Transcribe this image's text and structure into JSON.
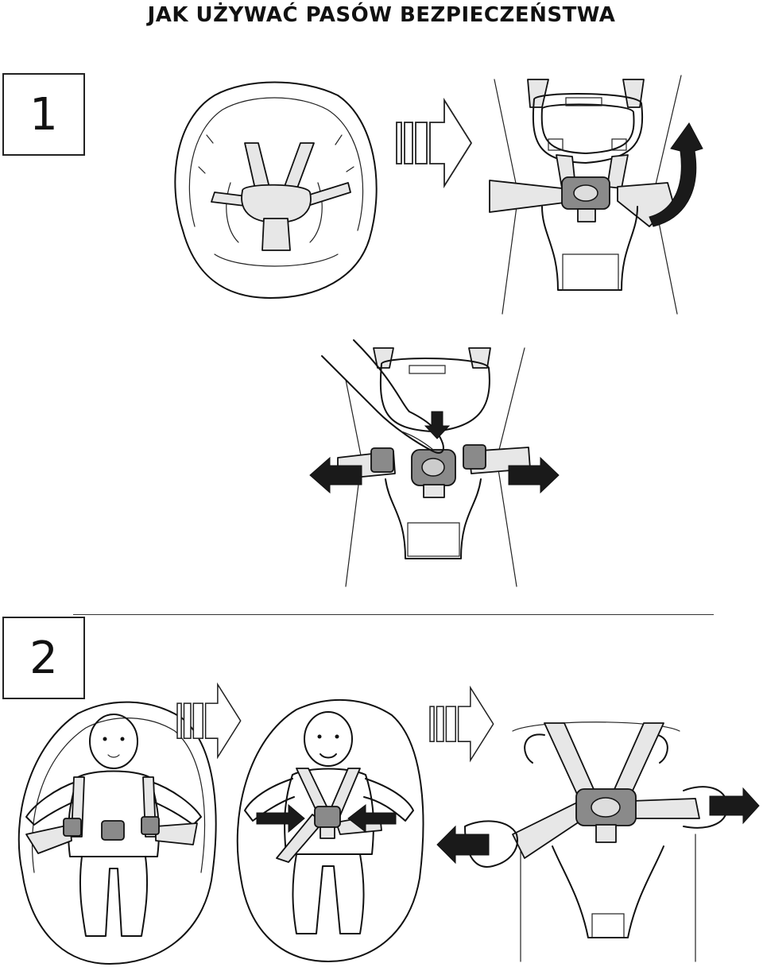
{
  "page": {
    "title": "JAK UŻYWAĆ PASÓW BEZPIECZEŃSTWA"
  },
  "steps": [
    {
      "label": "1"
    },
    {
      "label": "2"
    }
  ]
}
